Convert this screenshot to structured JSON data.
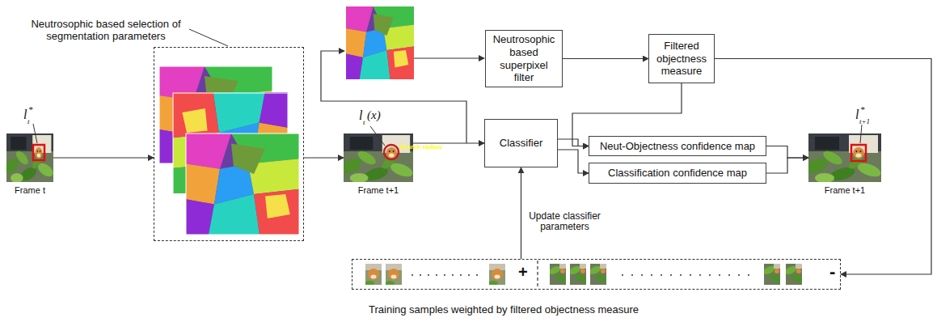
{
  "diagram": {
    "nodes": [
      {
        "text": [
          "Frame t"
        ]
      },
      {
        "text": [
          "Neutrosophic based selection of segmentation parameters"
        ]
      },
      {
        "text": [
          "Neutrosophic based superpixel filter"
        ]
      },
      {
        "text": [
          "Filtered objectness measure"
        ]
      },
      {
        "text": [
          "Frame t+1"
        ]
      },
      {
        "text": [
          "Classifier"
        ]
      },
      {
        "text": [
          "Neut-Objectness confidence map"
        ]
      },
      {
        "text": [
          "Classification confidence map"
        ]
      },
      {
        "text": [
          "Frame t+1"
        ]
      },
      {
        "text": [
          "+",
          "-",
          "Training samples weighted by filtered objectness measure"
        ]
      }
    ],
    "edges": [
      {
        "from": 0,
        "to": 1,
        "arrow": "to"
      },
      {
        "from": 1,
        "to": 4,
        "arrow": "to"
      },
      {
        "from": 4,
        "to": 5,
        "arrow": "to"
      },
      {
        "from": 2,
        "to": 3,
        "arrow": "to"
      },
      {
        "from": 3,
        "to": 6,
        "arrow": "to"
      },
      {
        "from": 5,
        "to": 6,
        "arrow": "to"
      },
      {
        "from": 5,
        "to": 7,
        "arrow": "to"
      },
      {
        "from": 6,
        "to": 8,
        "arrow": "to"
      },
      {
        "from": 7,
        "to": 8,
        "arrow": "to"
      },
      {
        "from": 3,
        "to": 9,
        "arrow": "to"
      },
      {
        "from": 9,
        "to": 5,
        "label": "Update classifier parameters",
        "arrow": "to"
      }
    ],
    "labels": [
      "l",
      "t",
      "*",
      "l",
      "t",
      "(x)",
      "Search radius",
      "l",
      "t+1",
      "*"
    ]
  }
}
